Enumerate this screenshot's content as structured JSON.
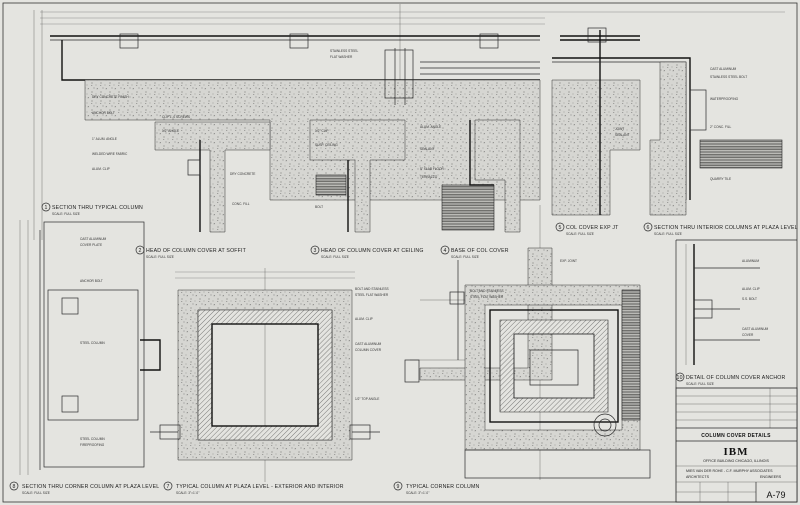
{
  "details": [
    {
      "num": "1",
      "title": "SECTION THRU TYPICAL COLUMN",
      "scale": "SCALE: FULL SIZE"
    },
    {
      "num": "2",
      "title": "HEAD OF COLUMN COVER AT SOFFIT",
      "scale": "SCALE: FULL SIZE"
    },
    {
      "num": "3",
      "title": "HEAD OF COLUMN COVER AT CEILING",
      "scale": "SCALE: FULL SIZE"
    },
    {
      "num": "4",
      "title": "BASE OF COL COVER",
      "scale": "SCALE: FULL SIZE"
    },
    {
      "num": "5",
      "title": "COL COVER EXP JT",
      "scale": "SCALE: FULL SIZE"
    },
    {
      "num": "6",
      "title": "SECTION THRU INTERIOR COLUMNS AT PLAZA LEVEL",
      "scale": "SCALE: FULL SIZE"
    },
    {
      "num": "7",
      "title": "TYPICAL COLUMN AT PLAZA LEVEL - EXTERIOR AND INTERIOR",
      "scale": "SCALE: 3\"=1'-0\""
    },
    {
      "num": "8",
      "title": "SECTION THRU CORNER COLUMN AT PLAZA LEVEL",
      "scale": "SCALE: FULL SIZE"
    },
    {
      "num": "9",
      "title": "TYPICAL CORNER COLUMN",
      "scale": "SCALE: 3\"=1'-0\""
    },
    {
      "num": "10",
      "title": "DETAIL OF COLUMN COVER ANCHOR",
      "scale": "SCALE: FULL SIZE"
    }
  ],
  "title_block": {
    "sheet_title": "COLUMN COVER DETAILS",
    "company": "IBM",
    "building": "OFFICE BUILDING  CHICAGO, ILLINOIS",
    "architect": "MIES VAN DER ROHE - C.F. MURPHY ASSOCIATES",
    "architect_role": "ARCHITECTS",
    "engineer_role": "ENGINEERS",
    "sheet_number": "A-79"
  }
}
